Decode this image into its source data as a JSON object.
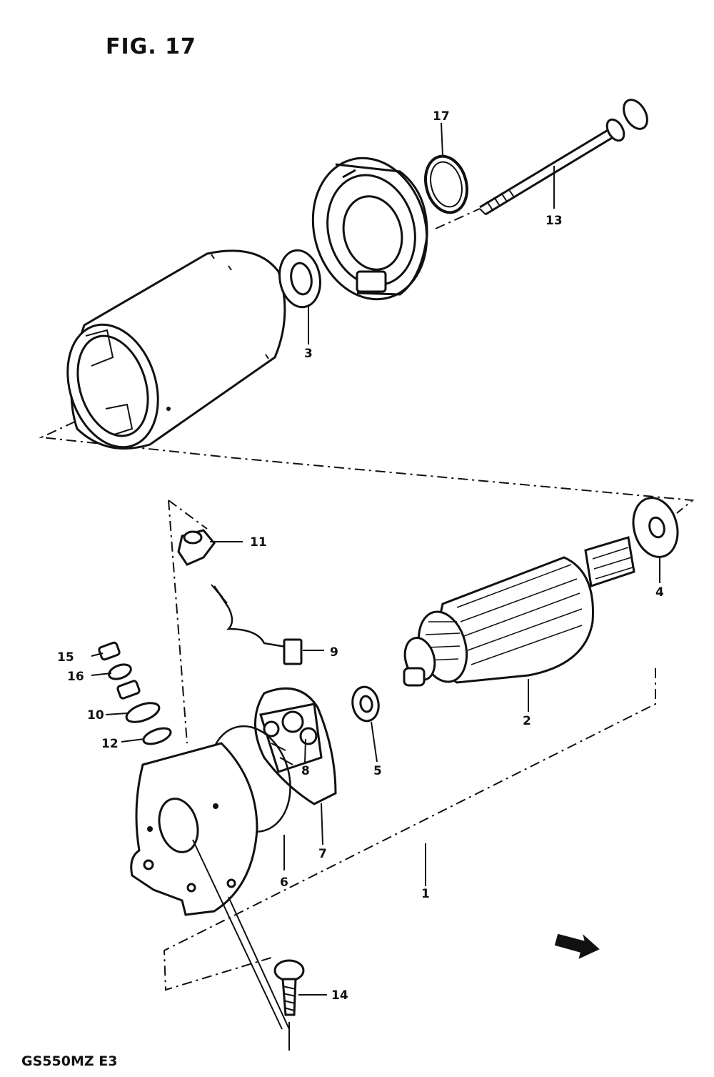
{
  "figure": {
    "title": "FIG. 17",
    "model_code": "GS550MZ  E3"
  },
  "callouts": [
    {
      "id": "c17",
      "label": "17"
    },
    {
      "id": "c13",
      "label": "13"
    },
    {
      "id": "c3",
      "label": "3"
    },
    {
      "id": "c11",
      "label": "11"
    },
    {
      "id": "c4",
      "label": "4"
    },
    {
      "id": "c9",
      "label": "9"
    },
    {
      "id": "c15",
      "label": "15"
    },
    {
      "id": "c16",
      "label": "16"
    },
    {
      "id": "c2",
      "label": "2"
    },
    {
      "id": "c10",
      "label": "10"
    },
    {
      "id": "c12",
      "label": "12"
    },
    {
      "id": "c8",
      "label": "8"
    },
    {
      "id": "c5",
      "label": "5"
    },
    {
      "id": "c6",
      "label": "6"
    },
    {
      "id": "c7",
      "label": "7"
    },
    {
      "id": "c1",
      "label": "1"
    },
    {
      "id": "c14",
      "label": "14"
    }
  ],
  "icons": {
    "front_arrow": "front-direction-arrow-icon"
  }
}
